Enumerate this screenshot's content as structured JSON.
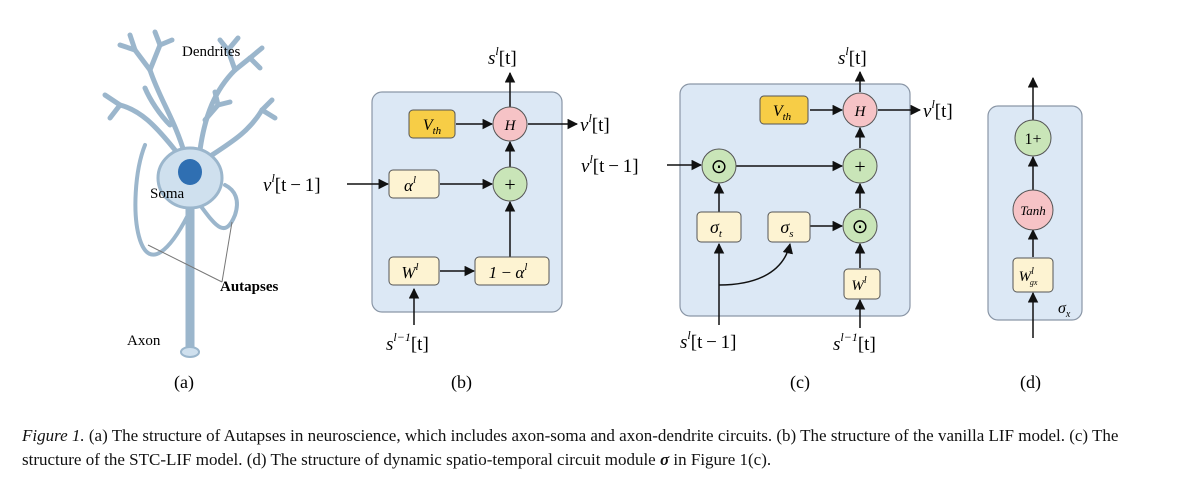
{
  "panel_a": {
    "dendrites": "Dendrites",
    "soma": "Soma",
    "autapses": "Autapses",
    "axon": "Axon",
    "tag": "(a)"
  },
  "panel_b": {
    "out_s_base": "s",
    "out_s_sup": "l",
    "out_s_idx": "[t]",
    "vth": "V",
    "vth_sub": "th",
    "h": "H",
    "out_v_base": "v",
    "out_v_sup": "l",
    "out_v_idx": "[t]",
    "in_v_base": "v",
    "in_v_sup": "l",
    "in_v_idx": "[t − 1]",
    "alpha": "α",
    "alpha_sup": "l",
    "plus": "+",
    "w": "W",
    "w_sup": "l",
    "one_minus": "1 − α",
    "one_minus_sup": "l",
    "in_s_base": "s",
    "in_s_sup": "l−1",
    "in_s_idx": "[t]",
    "tag": "(b)"
  },
  "panel_c": {
    "out_s_base": "s",
    "out_s_sup": "l",
    "out_s_idx": "[t]",
    "vth": "V",
    "vth_sub": "th",
    "h": "H",
    "out_v_base": "v",
    "out_v_sup": "l",
    "out_v_idx": "[t]",
    "in_v_base": "v",
    "in_v_sup": "l",
    "in_v_idx": "[t − 1]",
    "odot": "⊙",
    "plus": "+",
    "sigma_t": "σ",
    "sigma_t_sub": "t",
    "sigma_s": "σ",
    "sigma_s_sub": "s",
    "w": "W",
    "w_sup": "l",
    "in_s_base": "s",
    "in_s_sup": "l",
    "in_s_idx": "[t − 1]",
    "in_s2_base": "s",
    "in_s2_sup": "l−1",
    "in_s2_idx": "[t]",
    "tag": "(c)"
  },
  "panel_d": {
    "one_plus": "1+",
    "tanh": "Tanh",
    "w": "W",
    "w_sup": "l",
    "w_sub": "gx",
    "sigma": "σ",
    "sigma_sub": "x",
    "tag": "(d)"
  },
  "caption": {
    "label": "Figure 1.",
    "text": " (a) The structure of Autapses in neuroscience, which includes axon-soma and axon-dendrite circuits. (b) The structure of the vanilla LIF model. (c) The structure of the STC-LIF model. (d) The structure of dynamic spatio-temporal circuit module ",
    "sigma": "σ",
    "tail": " in Figure 1(c)."
  },
  "colors": {
    "panel_fill": "#dce8f5",
    "panel_stroke": "#8a96a6",
    "yellow_box": "#f7cd46",
    "cream_box": "#fdf3d2",
    "pink_circle": "#f6c3c6",
    "green_circle": "#c9e5b8",
    "neuron_fill": "#cfe0ee",
    "neuron_stroke": "#9bb6cc",
    "nucleus": "#2f6fb2"
  }
}
